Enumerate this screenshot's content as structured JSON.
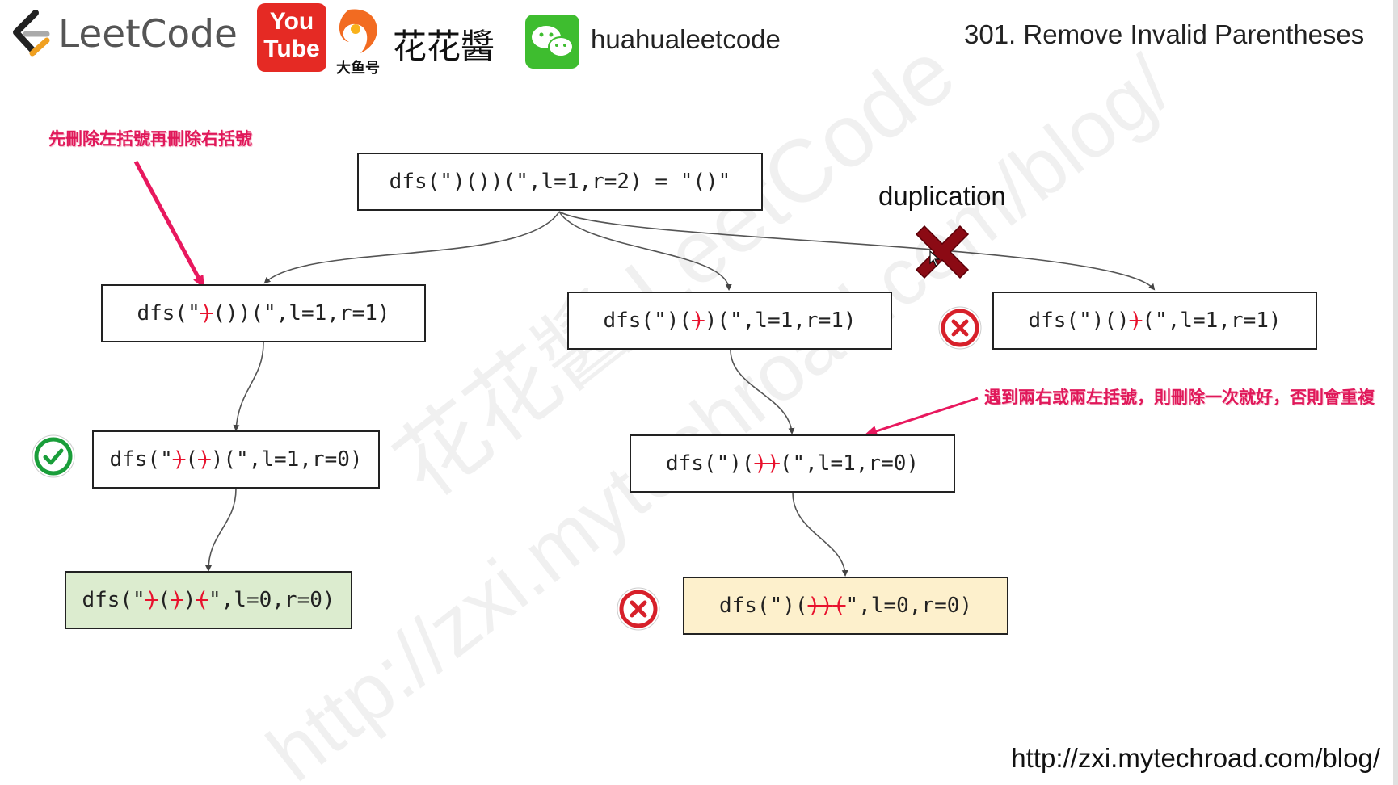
{
  "header": {
    "leetcode_label": "LeetCode",
    "youtube_you": "You",
    "youtube_tube": "Tube",
    "brand_cn": "花花醬",
    "dayuhao_label": "大鱼号",
    "wechat_name": "huahualeetcode",
    "problem_title": "301. Remove Invalid Parentheses"
  },
  "footer": {
    "url": "http://zxi.mytechroad.com/blog/"
  },
  "watermark": {
    "line1": "花花醬 LeetCode",
    "line2": "http://zxi.mytechroad.com/blog/"
  },
  "annotations": {
    "left_note": "先刪除左括號再刪除右括號",
    "right_note": "遇到兩右或兩左括號，則刪除一次就好，否則會重複",
    "duplication": "duplication"
  },
  "nodes": {
    "root": {
      "pre": "dfs(\")())(\",l=1,r=2) = \"()\""
    },
    "left1": {
      "a": "dfs(\"",
      "d1": ")",
      "b": "())(\",l=1,r=1)"
    },
    "mid1": {
      "a": "dfs(\")(",
      "d1": ")",
      "b": ")(\",l=1,r=1)"
    },
    "right1": {
      "a": "dfs(\")()",
      "d1": ")",
      "b": "(\",l=1,r=1)"
    },
    "left2": {
      "a": "dfs(\"",
      "d1": ")",
      "b": "(",
      "d2": ")",
      "c": ")(\",l=1,r=0)"
    },
    "mid2": {
      "a": "dfs(\")(",
      "d1": "))",
      "b": "(\",l=1,r=0)"
    },
    "left3": {
      "a": "dfs(\"",
      "d1": ")",
      "b": "(",
      "d2": ")",
      "c": ")",
      "d3": "(",
      "e": "\",l=0,r=0)"
    },
    "mid3": {
      "a": "dfs(\")(",
      "d1": "))",
      "d2": "(",
      "b": "\",l=0,r=0)"
    }
  },
  "colors": {
    "deleted_char": "#e8122d",
    "annotation": "#e0185a",
    "success_green": "#1a9e3a",
    "fail_red": "#d7202a",
    "dup_cross": "#8b0a14",
    "success_fill": "#dceccf",
    "fail_fill": "#fdf0cc"
  },
  "icons": {
    "check": "check-circle-icon",
    "fail": "x-circle-icon",
    "dup": "big-x-icon",
    "cursor": "mouse-cursor-icon"
  }
}
